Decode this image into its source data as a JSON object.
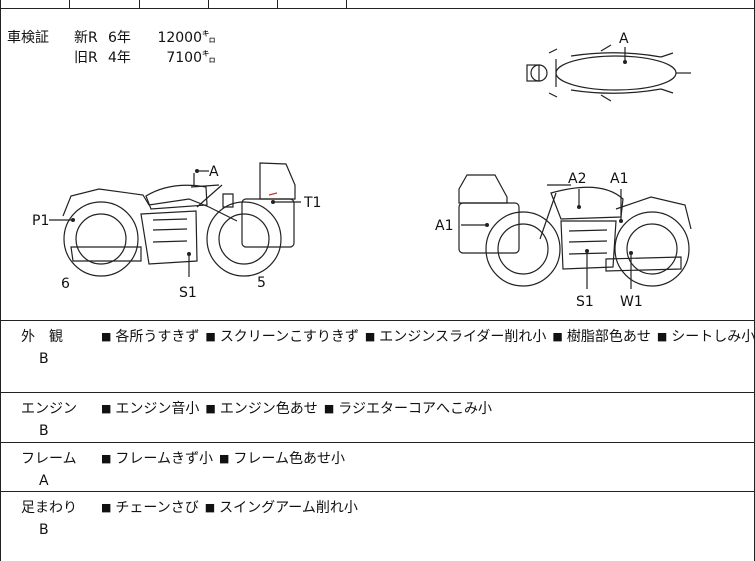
{
  "inspection": {
    "label": "車検証",
    "rows": [
      {
        "type": "新R",
        "years": "6年",
        "km": "12000㌔"
      },
      {
        "type": "旧R",
        "years": "4年",
        "km": "7100㌔"
      }
    ]
  },
  "diagram_labels": {
    "top": "A",
    "left": {
      "handle": "A",
      "fairing": "T1",
      "tail": "P1",
      "front_wheel": "6",
      "rear_wheel": "5",
      "muffler": "S1"
    },
    "right": {
      "fairing": "A1",
      "tank_front": "A2",
      "tank_rear": "A1",
      "muffler": "S1",
      "swingarm": "W1"
    }
  },
  "marker_color": "#d03030",
  "conditions": [
    {
      "category": "外　観",
      "grade": "B",
      "notes": [
        "各所うすきず",
        "スクリーンこすりきず",
        "エンジンスライダー削れ小",
        "樹脂部色あせ",
        "シートしみ小"
      ]
    },
    {
      "category": "エンジン",
      "grade": "B",
      "notes": [
        "エンジン音小",
        "エンジン色あせ",
        "ラジエターコアへこみ小"
      ]
    },
    {
      "category": "フレーム",
      "grade": "A",
      "notes": [
        "フレームきず小",
        "フレーム色あせ小"
      ]
    },
    {
      "category": "足まわり",
      "grade": "B",
      "notes": [
        "チェーンさび",
        "スイングアーム削れ小"
      ]
    }
  ],
  "bullet_glyph": "■"
}
